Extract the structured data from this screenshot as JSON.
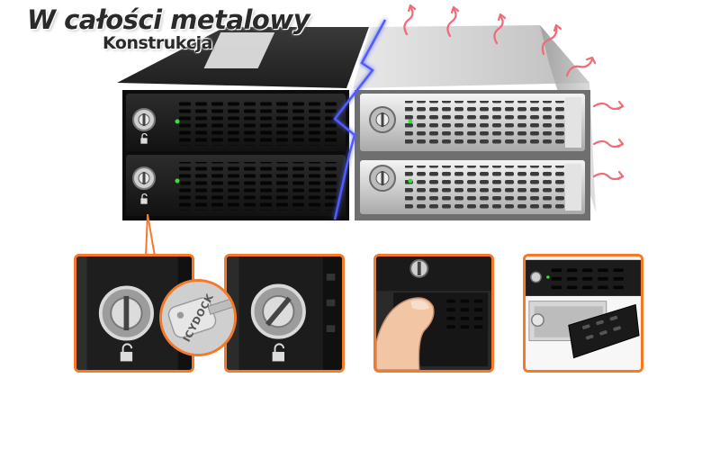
{
  "headline": {
    "line1": "W całości metalowy",
    "line2": "Konstrukcja"
  },
  "key_brand": "ICYDOCK",
  "colors": {
    "accent_orange": "#f47a2a",
    "heat_arrow": "#f06a78",
    "split_glow": "#4f5cff",
    "led_green": "#3ddc3d"
  },
  "icons": {
    "heat": "heat-arrow-icon",
    "unlock": "unlock-padlock-icon",
    "key": "key-icon"
  }
}
